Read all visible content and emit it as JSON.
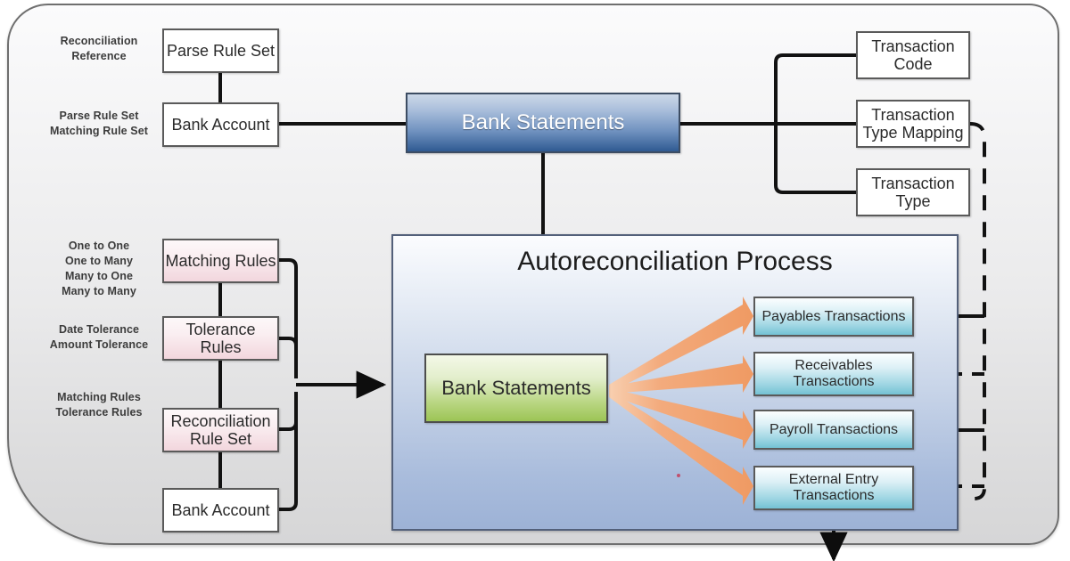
{
  "diagram": {
    "title": "Autoreconciliation Process",
    "panel_title": "Autoreconciliation Process"
  },
  "colors": {
    "bank_statements_header": "#2f5a92",
    "rule_box": "#f2d6dd",
    "transaction_box": "#74c2d4",
    "source_box": "#9cc455",
    "arrow_orange": "#f0a070",
    "connector": "#111111",
    "panel_bg": "#a9bcdc"
  },
  "annotations": [
    {
      "id": "reconciliation-reference",
      "lines": [
        "Reconciliation",
        "Reference"
      ]
    },
    {
      "id": "parse-matching-rule-set",
      "lines": [
        "Parse Rule Set",
        "Matching Rule Set"
      ]
    },
    {
      "id": "cardinality",
      "lines": [
        "One to One",
        "One to Many",
        "Many to One",
        "Many to Many"
      ]
    },
    {
      "id": "tolerance",
      "lines": [
        "Date Tolerance",
        "Amount Tolerance"
      ]
    },
    {
      "id": "rules-summary",
      "lines": [
        "Matching Rules",
        "Tolerance Rules"
      ]
    }
  ],
  "nodes": {
    "parse_rule_set": "Parse Rule Set",
    "bank_account_top": "Bank Account",
    "bank_statements_header": "Bank Statements",
    "transaction_code": "Transaction Code",
    "transaction_type_mapping": "Transaction Type Mapping",
    "transaction_type": "Transaction Type",
    "matching_rules": "Matching Rules",
    "tolerance_rules": "Tolerance Rules",
    "reconciliation_rule_set": "Reconciliation Rule Set",
    "bank_account_bottom": "Bank Account",
    "bank_statements_source": "Bank Statements",
    "payables_transactions": "Payables Transactions",
    "receivables_transactions": "Receivables Transactions",
    "payroll_transactions": "Payroll Transactions",
    "external_entry_transactions": "External Entry Transactions"
  },
  "node_lines": {
    "transaction_code": [
      "Transaction",
      "Code"
    ],
    "transaction_type_mapping": [
      "Transaction",
      "Type Mapping"
    ],
    "transaction_type": [
      "Transaction",
      "Type"
    ],
    "tolerance_rules": [
      "Tolerance",
      "Rules"
    ],
    "reconciliation_rule_set": [
      "Reconciliation",
      "Rule Set"
    ],
    "receivables_transactions": [
      "Receivables",
      "Transactions"
    ],
    "external_entry_transactions": [
      "External Entry",
      "Transactions"
    ]
  }
}
